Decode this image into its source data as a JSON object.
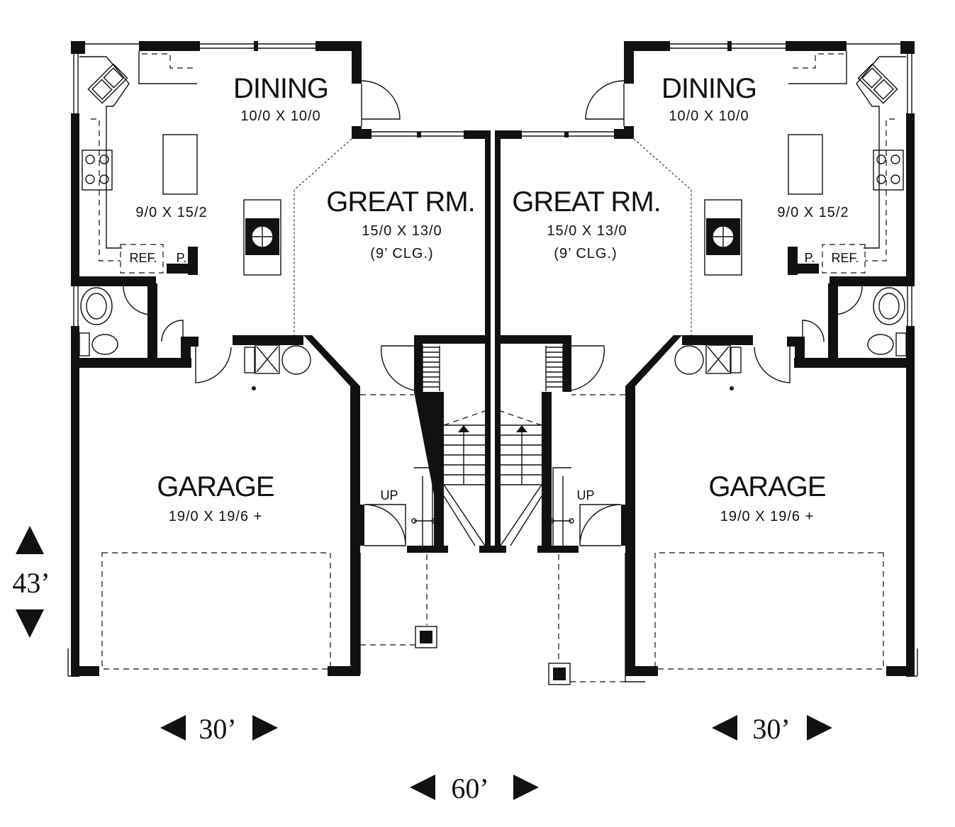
{
  "units": [
    {
      "dining": {
        "title": "DINING",
        "dims": "10/0 X 10/0"
      },
      "kitchen": {
        "dims": "9/0 X 15/2",
        "ref": "REF.",
        "pantry": "P."
      },
      "great_room": {
        "title": "GREAT RM.",
        "dims": "15/0 X 13/0",
        "ceiling": "(9’ CLG.)"
      },
      "garage": {
        "title": "GARAGE",
        "dims": "19/0 X 19/6 +"
      },
      "stair": {
        "label": "UP"
      }
    },
    {
      "dining": {
        "title": "DINING",
        "dims": "10/0 X 10/0"
      },
      "kitchen": {
        "dims": "9/0 X 15/2",
        "ref": "REF.",
        "pantry": "P."
      },
      "great_room": {
        "title": "GREAT RM.",
        "dims": "15/0 X 13/0",
        "ceiling": "(9’ CLG.)"
      },
      "garage": {
        "title": "GARAGE",
        "dims": "19/0 X 19/6 +"
      },
      "stair": {
        "label": "UP"
      }
    }
  ],
  "dimensions": {
    "depth": "43’",
    "unit_width_left": "30’",
    "unit_width_right": "30’",
    "total_width": "60’"
  }
}
